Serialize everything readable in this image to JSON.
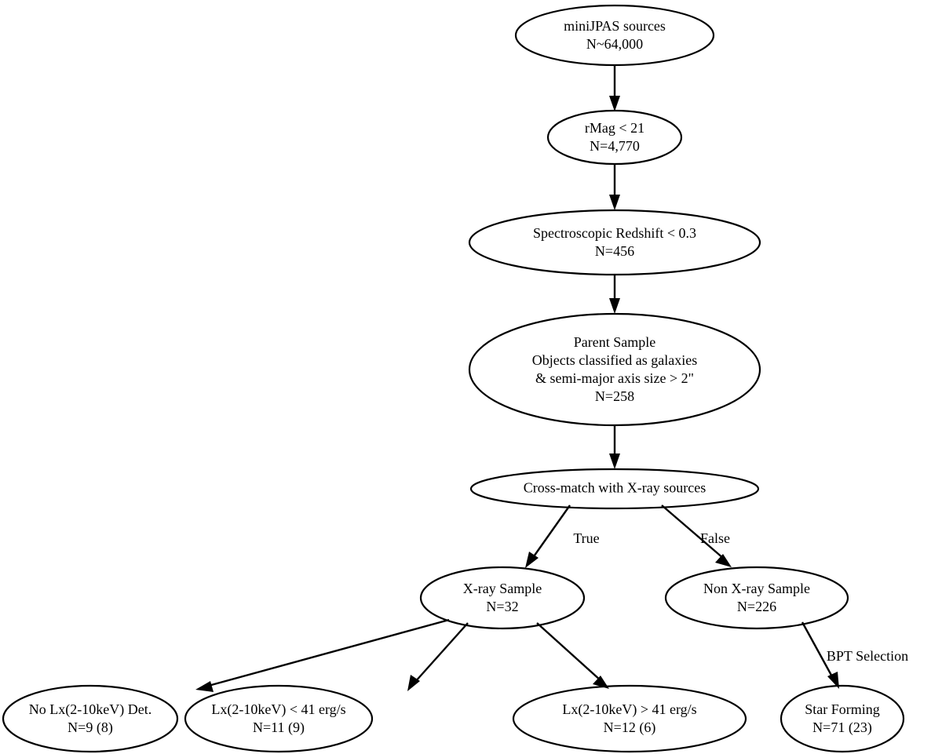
{
  "diagram": {
    "title": "miniJPAS sample selection flowchart",
    "background_color": "#ffffff",
    "line_color": "#000000",
    "text_color": "#000000"
  },
  "nodes": [
    {
      "id": "minijpas-sources",
      "lines": [
        "miniJPAS sources",
        "N~64,000"
      ]
    },
    {
      "id": "rmag-cut",
      "lines": [
        "rMag < 21",
        "N=4,770"
      ]
    },
    {
      "id": "spectroscopic-redshift",
      "lines": [
        "Spectroscopic Redshift < 0.3",
        "N=456"
      ]
    },
    {
      "id": "parent-sample",
      "lines": [
        "Parent Sample",
        "Objects classified as galaxies",
        "& semi-major axis size > 2\"",
        "N=258"
      ]
    },
    {
      "id": "cross-match",
      "lines": [
        "Cross-match with X-ray sources"
      ]
    },
    {
      "id": "xray-sample",
      "lines": [
        "X-ray Sample",
        "N=32"
      ]
    },
    {
      "id": "non-xray-sample",
      "lines": [
        "Non X-ray Sample",
        "N=226"
      ]
    },
    {
      "id": "no-lx-detection",
      "lines": [
        "No Lx(2-10keV) Det.",
        "N=9 (8)"
      ]
    },
    {
      "id": "lx-less-41",
      "lines": [
        "Lx(2-10keV) < 41 erg/s",
        "N=11 (9)"
      ]
    },
    {
      "id": "lx-greater-41",
      "lines": [
        "Lx(2-10keV) > 41 erg/s",
        "N=12 (6)"
      ]
    },
    {
      "id": "star-forming",
      "lines": [
        "Star Forming",
        "N=71 (23)"
      ]
    }
  ],
  "edge_labels": {
    "true_branch": "True",
    "false_branch": "False",
    "bpt_selection": "BPT Selection"
  }
}
